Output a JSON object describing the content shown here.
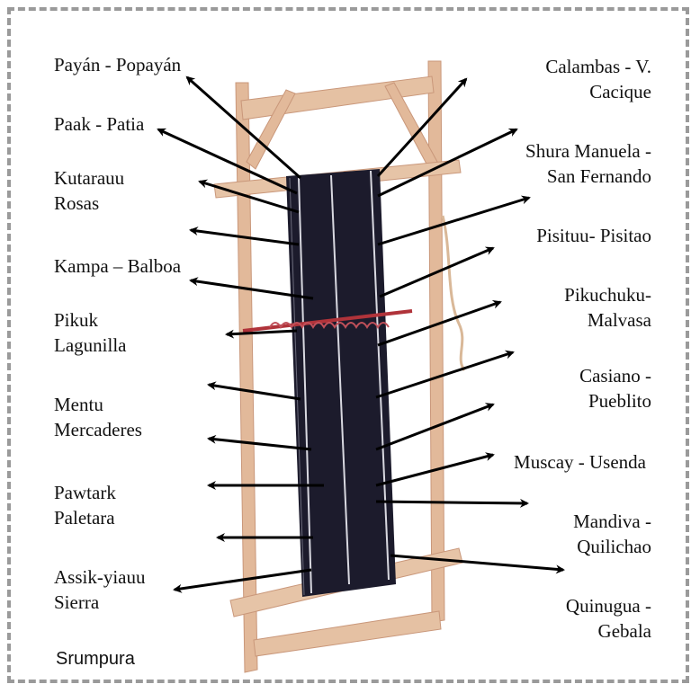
{
  "left_labels": [
    {
      "lines": [
        "Payán - Popayán"
      ]
    },
    {
      "lines": [
        "Paak - Patia"
      ]
    },
    {
      "lines": [
        "Kutarauu",
        "Rosas"
      ]
    },
    {
      "lines": [
        "Kampa – Balboa"
      ]
    },
    {
      "lines": [
        "Pikuk",
        "Lagunilla"
      ]
    },
    {
      "lines": [
        "Mentu",
        "Mercaderes"
      ]
    },
    {
      "lines": [
        "Pawtark",
        "Paletara"
      ]
    },
    {
      "lines": [
        "Assik-yiauu",
        "Sierra"
      ]
    }
  ],
  "right_labels": [
    {
      "lines": [
        "Calambas - V.",
        "Cacique"
      ]
    },
    {
      "lines": [
        "Shura Manuela -",
        "San Fernando"
      ]
    },
    {
      "lines": [
        "Pisituu- Pisitao"
      ]
    },
    {
      "lines": [
        "Pikuchuku-",
        "Malvasa"
      ]
    },
    {
      "lines": [
        "Casiano -",
        "Pueblito"
      ]
    },
    {
      "lines": [
        "Muscay - Usenda"
      ]
    },
    {
      "lines": [
        "Mandiva -",
        "Quilichao"
      ]
    },
    {
      "lines": [
        "Quinugua -",
        "Gebala"
      ]
    }
  ],
  "caption": "Srumpura",
  "colors": {
    "wood": "#e2b99a",
    "wood_dark": "#c9977a",
    "fabric": "#1c1b2c",
    "thread": "#d8d8e0",
    "arrow": "#000000",
    "rod": "#b0333a"
  }
}
